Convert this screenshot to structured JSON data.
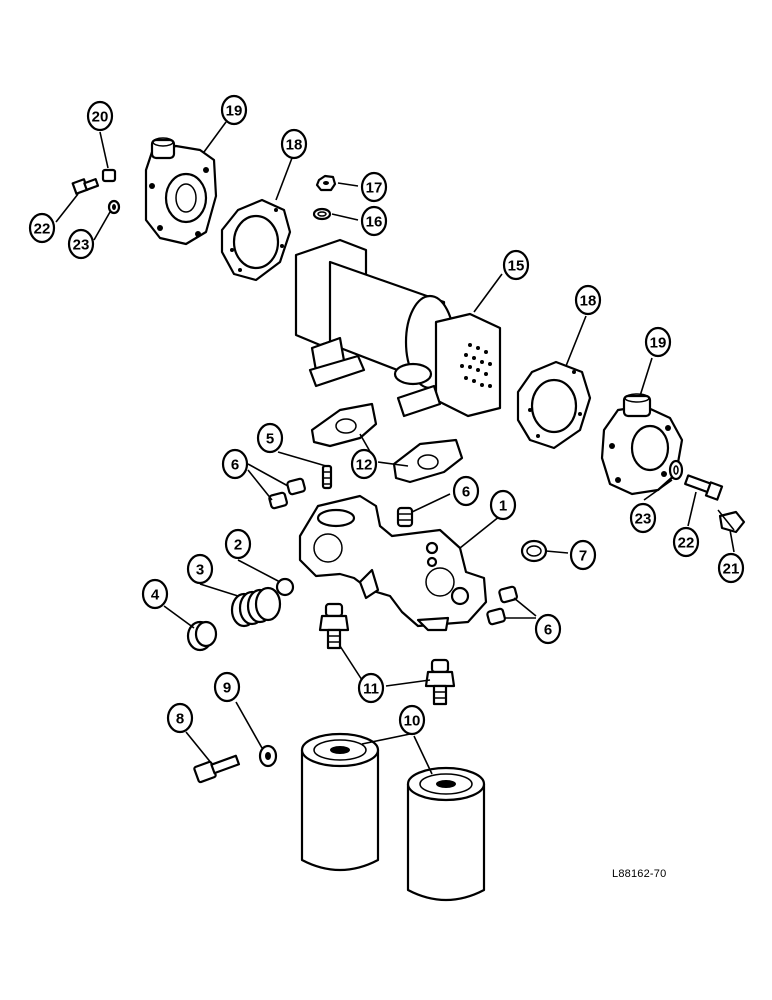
{
  "diagram_title": "",
  "reference_code": "L88162-70",
  "callouts": [
    {
      "id": "c20",
      "label": "20"
    },
    {
      "id": "c19a",
      "label": "19"
    },
    {
      "id": "c18a",
      "label": "18"
    },
    {
      "id": "c17",
      "label": "17"
    },
    {
      "id": "c16",
      "label": "16"
    },
    {
      "id": "c22a",
      "label": "22"
    },
    {
      "id": "c23a",
      "label": "23"
    },
    {
      "id": "c15",
      "label": "15"
    },
    {
      "id": "c18b",
      "label": "18"
    },
    {
      "id": "c19b",
      "label": "19"
    },
    {
      "id": "c5",
      "label": "5"
    },
    {
      "id": "c6a",
      "label": "6"
    },
    {
      "id": "c12",
      "label": "12"
    },
    {
      "id": "c6b",
      "label": "6"
    },
    {
      "id": "c1",
      "label": "1"
    },
    {
      "id": "c2",
      "label": "2"
    },
    {
      "id": "c3",
      "label": "3"
    },
    {
      "id": "c4",
      "label": "4"
    },
    {
      "id": "c7",
      "label": "7"
    },
    {
      "id": "c23b",
      "label": "23"
    },
    {
      "id": "c22b",
      "label": "22"
    },
    {
      "id": "c21",
      "label": "21"
    },
    {
      "id": "c6c",
      "label": "6"
    },
    {
      "id": "c11",
      "label": "11"
    },
    {
      "id": "c9",
      "label": "9"
    },
    {
      "id": "c10",
      "label": "10"
    },
    {
      "id": "c8",
      "label": "8"
    }
  ]
}
